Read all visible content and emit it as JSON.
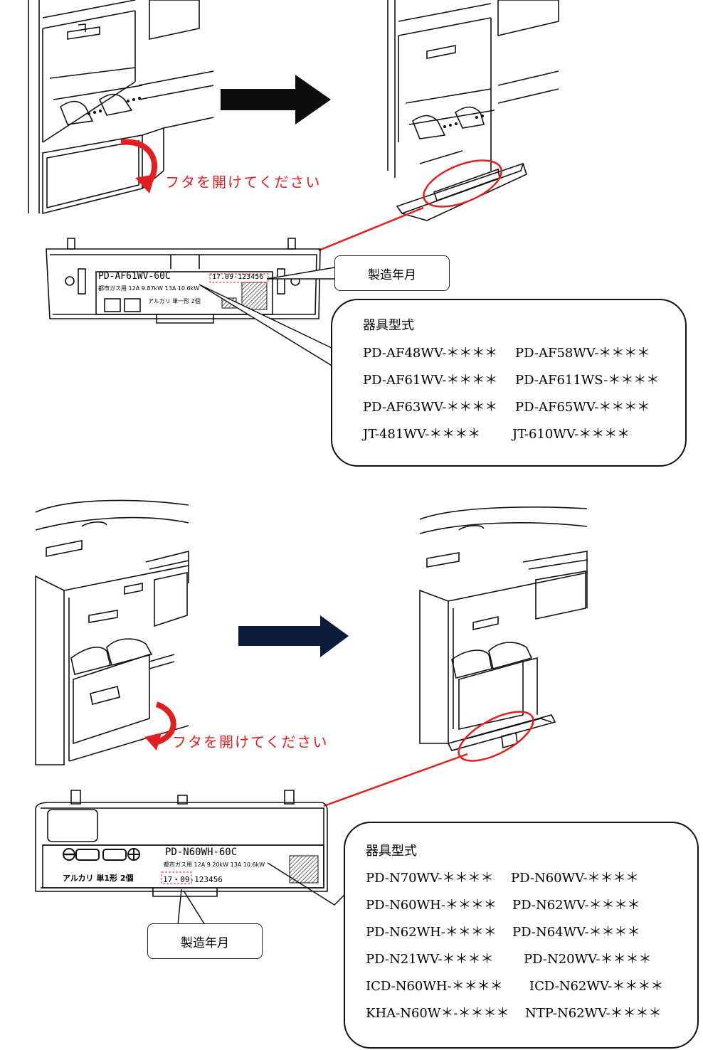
{
  "top": {
    "open_lid_text": "フタを開けてください",
    "plate": {
      "model": "PD-AF61WV-60C",
      "serial": "17.09-123456",
      "spec": "都市ガス用 12A 9.87kW 13A 10.6kW",
      "battery": "アルカリ 単一形 2個"
    },
    "date_label": "製造年月",
    "models_title": "器具型式",
    "models": [
      [
        "PD-AF48WV-＊＊＊＊",
        "PD-AF58WV-＊＊＊＊"
      ],
      [
        "PD-AF61WV-＊＊＊＊",
        "PD-AF611WS-＊＊＊＊"
      ],
      [
        "PD-AF63WV-＊＊＊＊",
        "PD-AF65WV-＊＊＊＊"
      ],
      [
        "JT-481WV-＊＊＊＊",
        "JT-610WV-＊＊＊＊"
      ]
    ]
  },
  "bottom": {
    "open_lid_text": "フタを開けてください",
    "plate": {
      "model": "PD-N60WH-60C",
      "serial": "17・09-123456",
      "spec": "都市ガス用 12A 9.20kW 13A 10.6kW",
      "battery": "アルカリ 単1形 2個"
    },
    "date_label": "製造年月",
    "models_title": "器具型式",
    "models": [
      [
        "PD-N70WV-＊＊＊＊",
        "PD-N60WV-＊＊＊＊"
      ],
      [
        "PD-N60WH-＊＊＊＊",
        "PD-N62WV-＊＊＊＊"
      ],
      [
        "PD-N62WH-＊＊＊＊",
        "PD-N64WV-＊＊＊＊"
      ],
      [
        "PD-N21WV-＊＊＊＊",
        "PD-N20WV-＊＊＊＊"
      ],
      [
        "ICD-N60WH-＊＊＊＊",
        "ICD-N62WV-＊＊＊＊"
      ],
      [
        "KHA-N60W＊-＊＊＊＊",
        "NTP-N62WV-＊＊＊＊"
      ]
    ]
  },
  "colors": {
    "accent_red": "#e02020",
    "arrow_black": "#0d0d0d",
    "arrow_navy": "#0b1b3a"
  }
}
